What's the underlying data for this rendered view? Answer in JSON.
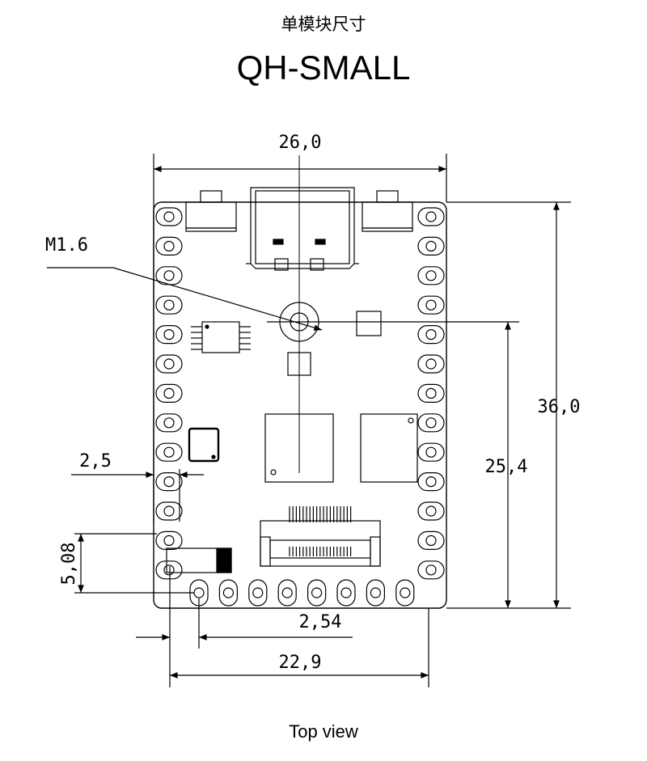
{
  "header": {
    "title_cn": "单模块尺寸",
    "model": "QH-SMALL"
  },
  "caption": "Top view",
  "dimensions": {
    "board_width": "26,0",
    "board_height": "36,0",
    "hole_span": "25,4",
    "mount_hole": "M1.6",
    "edge_pad_offset": "2,5",
    "bottom_pad_offset": "5,08",
    "pin_pitch": "2,54",
    "bottom_span": "22,9"
  },
  "pins": {
    "left_column": 13,
    "right_column": 13,
    "bottom_row": 8
  }
}
